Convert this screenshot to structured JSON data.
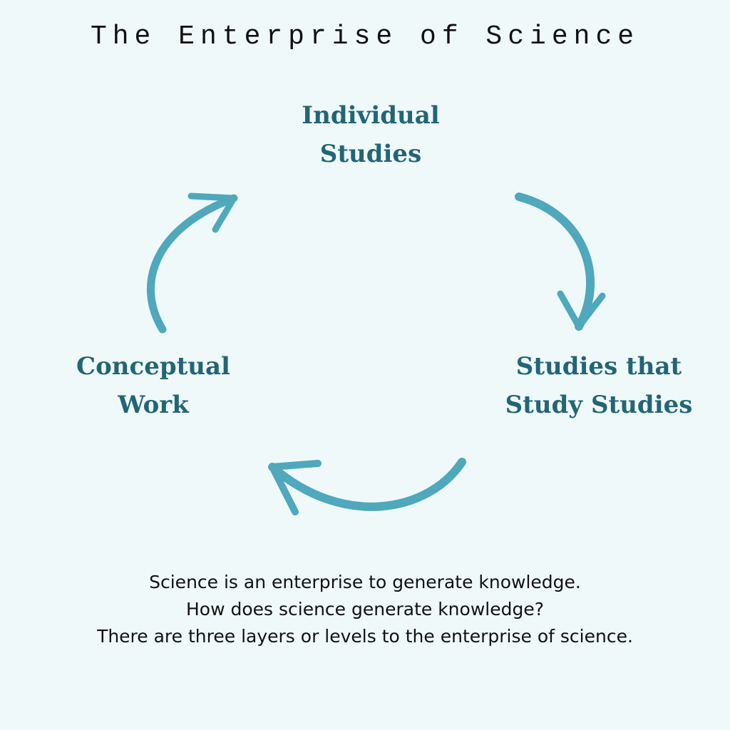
{
  "title": "The Enterprise of Science",
  "nodes": {
    "individual": [
      "Individual",
      "Studies"
    ],
    "meta": [
      "Studies that",
      "Study Studies"
    ],
    "conceptual": [
      "Conceptual",
      "Work"
    ]
  },
  "caption": [
    "Science is an enterprise to generate knowledge.",
    "How does science generate knowledge?",
    "There are three layers or levels to the enterprise of science."
  ],
  "colors": {
    "background": "#eff9fa",
    "arrow": "#4fa8bb",
    "node_text": "#236575"
  }
}
